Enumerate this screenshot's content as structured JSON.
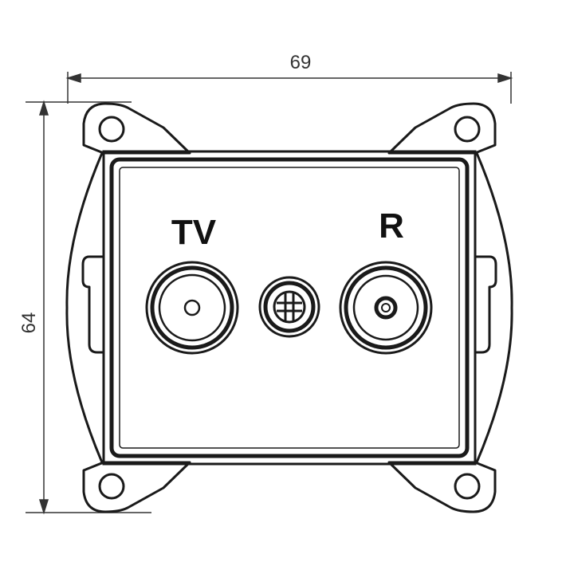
{
  "dimensions": {
    "width_label": "69",
    "height_label": "64"
  },
  "sockets": [
    {
      "label": "TV",
      "type": "female-coax"
    },
    {
      "label": "R",
      "type": "male-coax"
    }
  ],
  "center_fixture": {
    "icon": "screw-icon"
  },
  "colors": {
    "line": "#1a1a1a",
    "dimension": "#333333",
    "background": "#ffffff"
  }
}
